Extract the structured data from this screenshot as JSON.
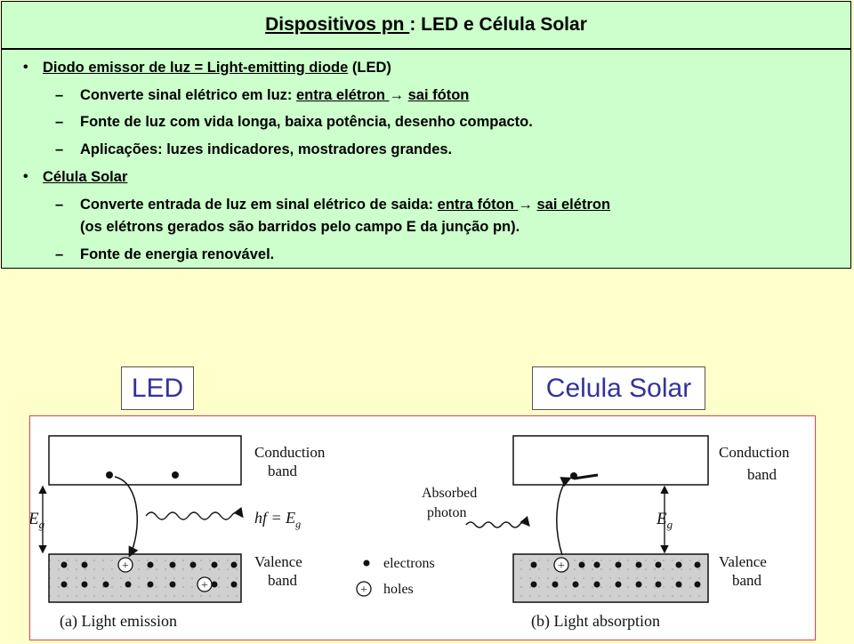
{
  "title": {
    "underlined": "Dispositivos pn ",
    "rest": ": LED e Célula Solar"
  },
  "led_section": {
    "heading_underlined": "Diodo emissor de luz = Light-emitting diode",
    "heading_rest": " (LED)",
    "items": [
      {
        "prefix": "Converte sinal elétrico em luz: ",
        "u1": "entra elétron ",
        "arrow": "→",
        "u2": "sai fóton"
      },
      {
        "text": "Fonte de luz com vida longa, baixa potência, desenho compacto."
      },
      {
        "text": "Aplicações:  luzes indicadores, mostradores grandes."
      }
    ]
  },
  "solar_section": {
    "heading": "Célula Solar",
    "items": [
      {
        "prefix": "Converte entrada de luz em sinal elétrico de saida: ",
        "u1": "entra fóton ",
        "arrow": "→",
        "u2": "sai elétron",
        "line2": "(os elétrons gerados são barridos pelo campo E da junção pn)."
      },
      {
        "text": "Fonte de energia renovável."
      }
    ]
  },
  "labels": {
    "led": "LED",
    "solar": "Celula Solar"
  },
  "figure": {
    "conduction_band": [
      "Conduction",
      "band"
    ],
    "valence_band": [
      "Valence",
      "band"
    ],
    "eg": "E",
    "eg_sub": "g",
    "emission_formula": "hf = E",
    "absorbed_photon": [
      "Absorbed",
      "photon"
    ],
    "legend_electrons": "electrons",
    "legend_holes": "holes",
    "caption_a": "(a) Light emission",
    "caption_b": "(b) Light absorption",
    "hole_symbol": "+"
  }
}
